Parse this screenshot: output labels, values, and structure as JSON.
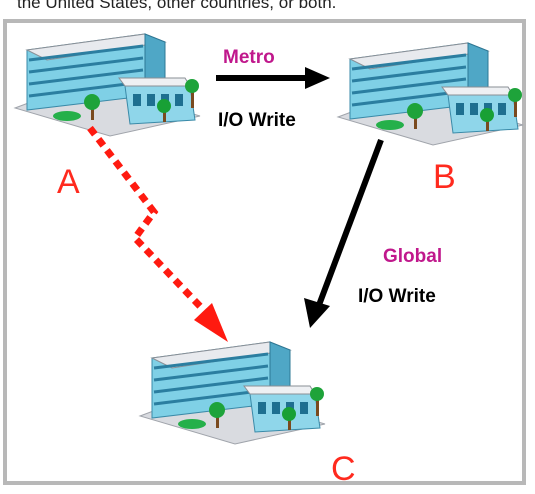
{
  "header_fragment": "the United States, other countries, or both.",
  "sites": [
    {
      "label": "A"
    },
    {
      "label": "B"
    },
    {
      "label": "C"
    }
  ],
  "links": {
    "metro": {
      "type": "Metro",
      "op": "I/O Write"
    },
    "global": {
      "type": "Global",
      "op": "I/O Write"
    }
  },
  "colors": {
    "site_label": "#ff2a1e",
    "link_type": "#c0188c",
    "dotted_arrow": "#ff1a10",
    "solid_arrow": "#000000",
    "frame": "#b8b8b8"
  },
  "icons": {
    "site": "office-building-icon"
  }
}
